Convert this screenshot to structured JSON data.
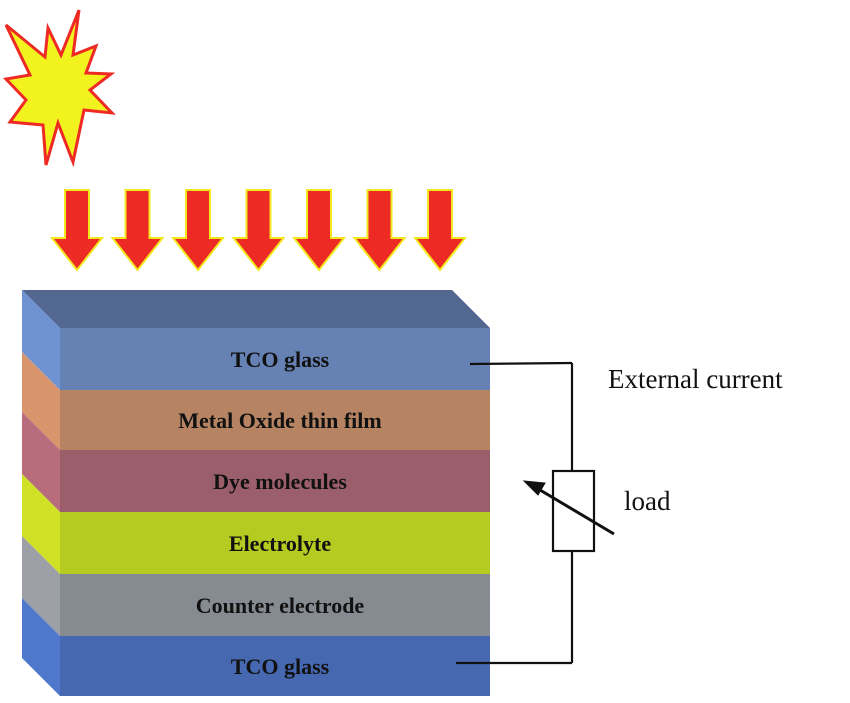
{
  "diagram": {
    "title": "Dye-sensitized solar cell structure",
    "sun": {
      "icon": "sun-icon",
      "fill": "#f2f21e",
      "stroke": "#ee2a24"
    },
    "light_rays": {
      "count": 7,
      "icon": "down-arrow-icon",
      "fill": "#ee2a24",
      "stroke": "#f2e81e"
    },
    "layers": [
      {
        "label": "TCO glass",
        "front": "#6682b4",
        "side": "#6f93d0",
        "top": "#536890"
      },
      {
        "label": "Metal Oxide thin film",
        "front": "#b78463",
        "side": "#d8946c"
      },
      {
        "label": "Dye molecules",
        "front": "#9b5e6b",
        "side": "#b86d7d"
      },
      {
        "label": "Electrolyte",
        "front": "#b5cb21",
        "side": "#cfe025"
      },
      {
        "label": "Counter electrode",
        "front": "#868a91",
        "side": "#9c9fa6"
      },
      {
        "label": "TCO glass",
        "front": "#4668b0",
        "side": "#4f77cc"
      }
    ],
    "circuit": {
      "external_current_label": "External current",
      "load_label": "load",
      "wire_color": "#111111"
    }
  }
}
